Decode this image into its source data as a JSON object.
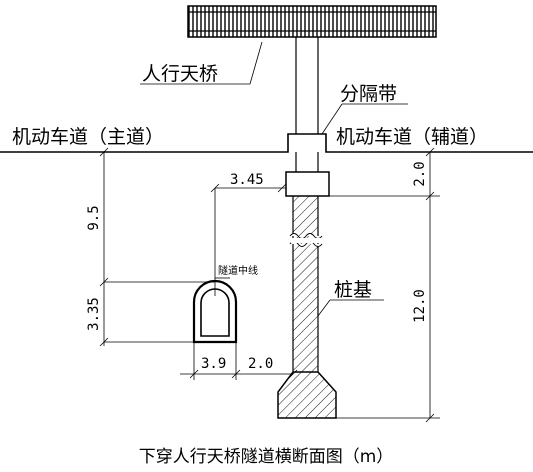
{
  "labels": {
    "footbridge": "人行天桥",
    "median": "分隔带",
    "main_road": "机动车道（主道）",
    "aux_road": "机动车道（辅道）",
    "pile": "桩基",
    "tunnel_centerline": "隧道中线"
  },
  "dimensions": {
    "offset_centerline_to_pile": "3.45",
    "depth_to_centerline": "9.5",
    "centerline_to_bottom": "3.35",
    "tunnel_width": "3.9",
    "clearance_to_pile": "2.0",
    "cap_depth": "2.0",
    "pile_length": "12.0"
  },
  "caption": "下穿人行天桥隧道横断面图（m）"
}
